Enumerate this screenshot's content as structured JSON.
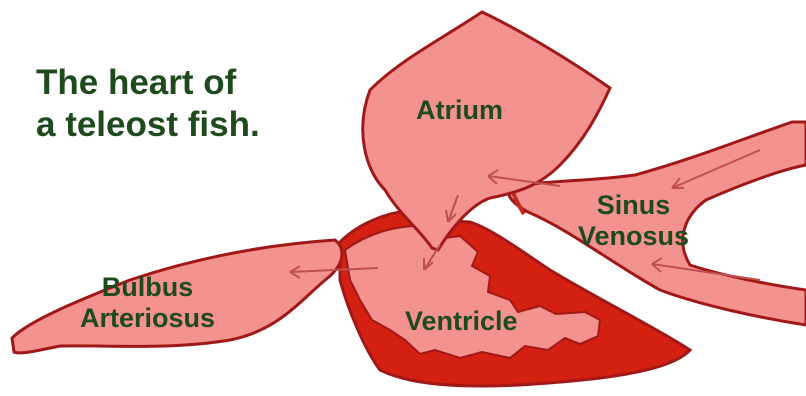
{
  "title": {
    "line1": "The heart of",
    "line2": "a teleost fish."
  },
  "labels": {
    "atrium": "Atrium",
    "sinus_venosus": {
      "line1": "Sinus",
      "line2": "Venosus"
    },
    "bulbus_arteriosus": {
      "line1": "Bulbus",
      "line2": "Arteriosus"
    },
    "ventricle": "Ventricle"
  },
  "colors": {
    "chamber_fill": "#f4928f",
    "chamber_outline": "#a01818",
    "ventricle_wall": "#d42010",
    "label_text": "#1e4a1e",
    "flow_arrow": "#c05050"
  }
}
